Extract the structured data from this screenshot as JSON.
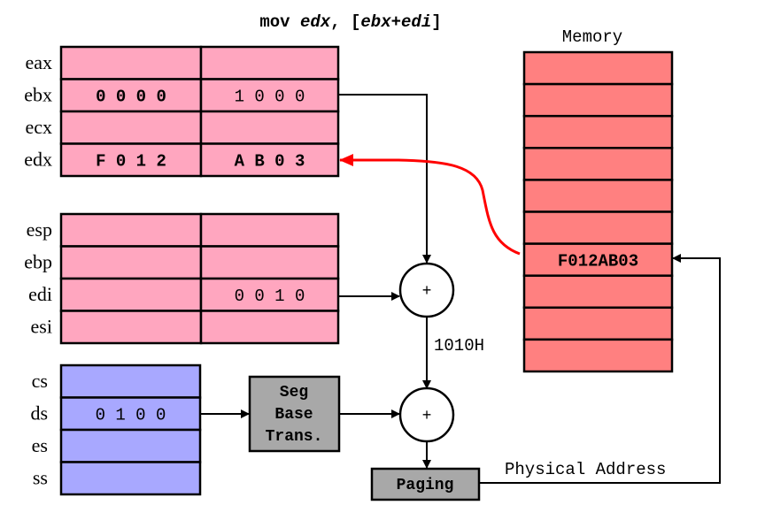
{
  "title": {
    "mnemonic": "mov ",
    "dest": "edx",
    "comma": ", ",
    "open": "[",
    "base": "ebx",
    "plus": "+",
    "index": "edi",
    "close": "]"
  },
  "colors": {
    "general_register_fill": "#ffa6bf",
    "segment_register_fill": "#a8a8ff",
    "memory_fill": "#ff8080",
    "box_fill": "#a8a8a8",
    "data_flow_arrow": "#ff0000",
    "line": "#000000"
  },
  "general_registers_top": [
    {
      "name": "eax",
      "high": "",
      "low": ""
    },
    {
      "name": "ebx",
      "high": "0 0 0 0",
      "low": "1 0 0 0"
    },
    {
      "name": "ecx",
      "high": "",
      "low": ""
    },
    {
      "name": "edx",
      "high": "F 0 1 2",
      "low": "A B 0 3"
    }
  ],
  "general_registers_bottom": [
    {
      "name": "esp",
      "high": "",
      "low": ""
    },
    {
      "name": "ebp",
      "high": "",
      "low": ""
    },
    {
      "name": "edi",
      "high": "",
      "low": "0 0 1 0"
    },
    {
      "name": "esi",
      "high": "",
      "low": ""
    }
  ],
  "segment_registers": [
    {
      "name": "cs",
      "value": ""
    },
    {
      "name": "ds",
      "value": "0 1 0 0"
    },
    {
      "name": "es",
      "value": ""
    },
    {
      "name": "ss",
      "value": ""
    }
  ],
  "adders": [
    {
      "symbol": "+"
    },
    {
      "symbol": "+"
    }
  ],
  "offset_label": "1010H",
  "seg_base_box": {
    "lines": [
      "Seg",
      "Base",
      "Trans."
    ]
  },
  "paging_box": {
    "label": "Paging"
  },
  "physical_address_label": "Physical Address",
  "memory": {
    "title": "Memory",
    "cells": [
      "",
      "",
      "",
      "",
      "",
      "",
      "F012AB03",
      "",
      "",
      ""
    ]
  }
}
